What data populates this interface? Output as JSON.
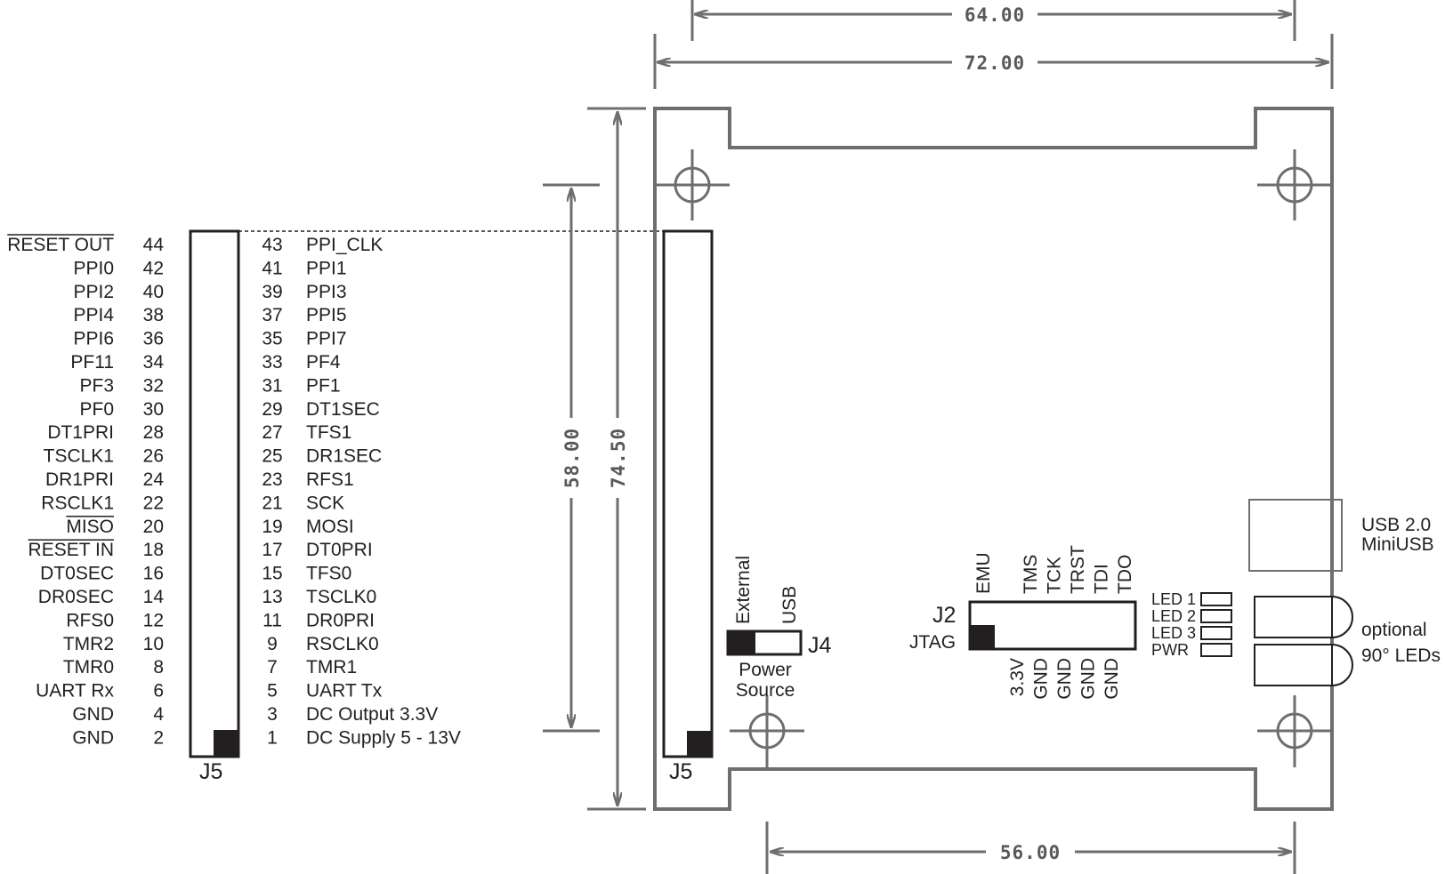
{
  "connector_j5": {
    "designator": "J5",
    "even_pins": [
      {
        "signal": "RESET OUT",
        "pin": "44",
        "overline": true
      },
      {
        "signal": "PPI0",
        "pin": "42"
      },
      {
        "signal": "PPI2",
        "pin": "40"
      },
      {
        "signal": "PPI4",
        "pin": "38"
      },
      {
        "signal": "PPI6",
        "pin": "36"
      },
      {
        "signal": "PF11",
        "pin": "34"
      },
      {
        "signal": "PF3",
        "pin": "32"
      },
      {
        "signal": "PF0",
        "pin": "30"
      },
      {
        "signal": "DT1PRI",
        "pin": "28"
      },
      {
        "signal": "TSCLK1",
        "pin": "26"
      },
      {
        "signal": "DR1PRI",
        "pin": "24"
      },
      {
        "signal": "RSCLK1",
        "pin": "22"
      },
      {
        "signal": "MISO",
        "pin": "20",
        "overline": true
      },
      {
        "signal": "RESET IN",
        "pin": "18",
        "overline": true
      },
      {
        "signal": "DT0SEC",
        "pin": "16"
      },
      {
        "signal": "DR0SEC",
        "pin": "14"
      },
      {
        "signal": "RFS0",
        "pin": "12"
      },
      {
        "signal": "TMR2",
        "pin": "10"
      },
      {
        "signal": "TMR0",
        "pin": "8"
      },
      {
        "signal": "UART Rx",
        "pin": "6"
      },
      {
        "signal": "GND",
        "pin": "4"
      },
      {
        "signal": "GND",
        "pin": "2"
      }
    ],
    "odd_pins": [
      {
        "pin": "43",
        "signal": "PPI_CLK"
      },
      {
        "pin": "41",
        "signal": "PPI1"
      },
      {
        "pin": "39",
        "signal": "PPI3"
      },
      {
        "pin": "37",
        "signal": "PPI5"
      },
      {
        "pin": "35",
        "signal": "PPI7"
      },
      {
        "pin": "33",
        "signal": "PF4"
      },
      {
        "pin": "31",
        "signal": "PF1"
      },
      {
        "pin": "29",
        "signal": "DT1SEC"
      },
      {
        "pin": "27",
        "signal": "TFS1"
      },
      {
        "pin": "25",
        "signal": "DR1SEC"
      },
      {
        "pin": "23",
        "signal": "RFS1"
      },
      {
        "pin": "21",
        "signal": "SCK"
      },
      {
        "pin": "19",
        "signal": "MOSI"
      },
      {
        "pin": "17",
        "signal": "DT0PRI"
      },
      {
        "pin": "15",
        "signal": "TFS0"
      },
      {
        "pin": "13",
        "signal": "TSCLK0"
      },
      {
        "pin": "11",
        "signal": "DR0PRI"
      },
      {
        "pin": "9",
        "signal": "RSCLK0"
      },
      {
        "pin": "7",
        "signal": "TMR1"
      },
      {
        "pin": "5",
        "signal": "UART Tx"
      },
      {
        "pin": "3",
        "signal": "DC Output 3.3V"
      },
      {
        "pin": "1",
        "signal": "DC Supply 5 - 13V"
      }
    ]
  },
  "dimensions": {
    "top_inner": "64.00",
    "top_outer": "72.00",
    "left_inner": "58.00",
    "left_outer": "74.50",
    "bottom": "56.00"
  },
  "board": {
    "j5_label": "J5",
    "j4": {
      "designator": "J4",
      "option_external": "External",
      "option_usb": "USB",
      "caption_line1": "Power",
      "caption_line2": "Source"
    },
    "j2": {
      "designator": "J2",
      "caption": "JTAG",
      "top_pins": [
        "EMU",
        "",
        "TMS",
        "TCK",
        "TRST",
        "TDI",
        "TDO"
      ],
      "bottom_pins": [
        "3.3V",
        "GND",
        "GND",
        "GND",
        "GND"
      ]
    },
    "usb": {
      "line1": "USB 2.0",
      "line2": "MiniUSB"
    },
    "leds": {
      "labels": [
        "LED 1",
        "LED 2",
        "LED 3",
        "PWR"
      ],
      "note_line1": "optional",
      "note_line2": "90° LEDs"
    }
  },
  "colors": {
    "dimension_lines": "#6d6e71",
    "ink": "#231f20"
  }
}
